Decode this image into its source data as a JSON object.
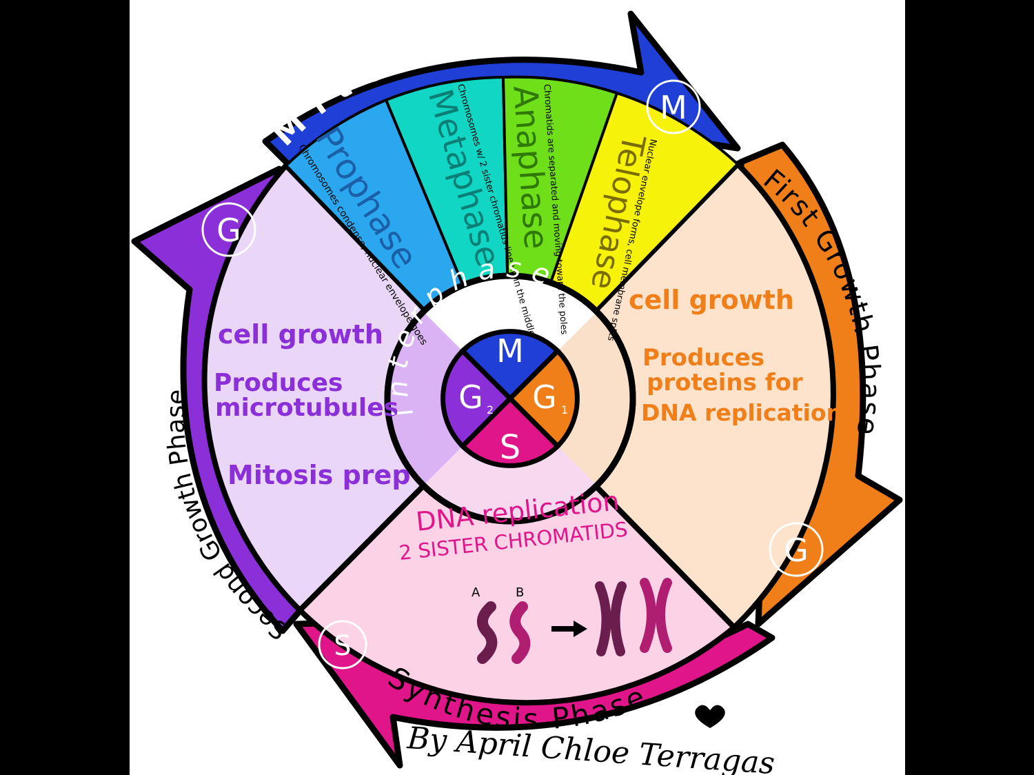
{
  "colors": {
    "background": "#000000",
    "panel": "#ffffff",
    "mitosis": "#1f3fd6",
    "g1": "#f07f1a",
    "g2": "#8b2fd8",
    "s": "#e0158a",
    "prophase": "#2aa7ee",
    "metaphase": "#12d6c4",
    "anaphase": "#6fdf19",
    "telophase": "#f7f20a",
    "g1_fill": "#fde3cc",
    "g2_fill": "#ead7f8",
    "s_fill": "#fcd3e6",
    "interphase_ring": "#f6d9ef"
  },
  "cycle": {
    "mitosis_arrow": "Mitosis",
    "first_growth_arrow": "First Growth Phase",
    "second_growth_arrow": "Second Growth Phase",
    "synthesis_arrow": "Synthesis Phase",
    "m_badge": "M",
    "g_badge": "G",
    "s_badge": "S"
  },
  "mitosis_phases": [
    {
      "name": "Prophase",
      "note": "Chromosomes condense, nuclear envelope goes"
    },
    {
      "name": "Metaphase",
      "note": "Chromosomes w/ 2 sister chromatids line up in the middle"
    },
    {
      "name": "Anaphase",
      "note": "Chromatids are separated and moving toward the poles"
    },
    {
      "name": "Telophase",
      "note": "Nuclear envelope forms, cell membrane splits"
    }
  ],
  "g1_text": {
    "line1": "cell growth",
    "line2": "Produces",
    "line3": "proteins for",
    "line4": "DNA replication"
  },
  "g2_text": {
    "line1": "cell growth",
    "line2": "Produces",
    "line3": "microtubules",
    "line4": "Mitosis prep"
  },
  "s_text": {
    "line1": "DNA replication",
    "line2": "2 SISTER CHROMATIDS",
    "chrom_label_a": "A",
    "chrom_label_b": "B"
  },
  "center": {
    "m": "M",
    "g1": "G",
    "g1_sub": "1",
    "g2": "G",
    "g2_sub": "2",
    "s": "S",
    "interphase": "interphase"
  },
  "signature": "By April Chloe Terragas"
}
